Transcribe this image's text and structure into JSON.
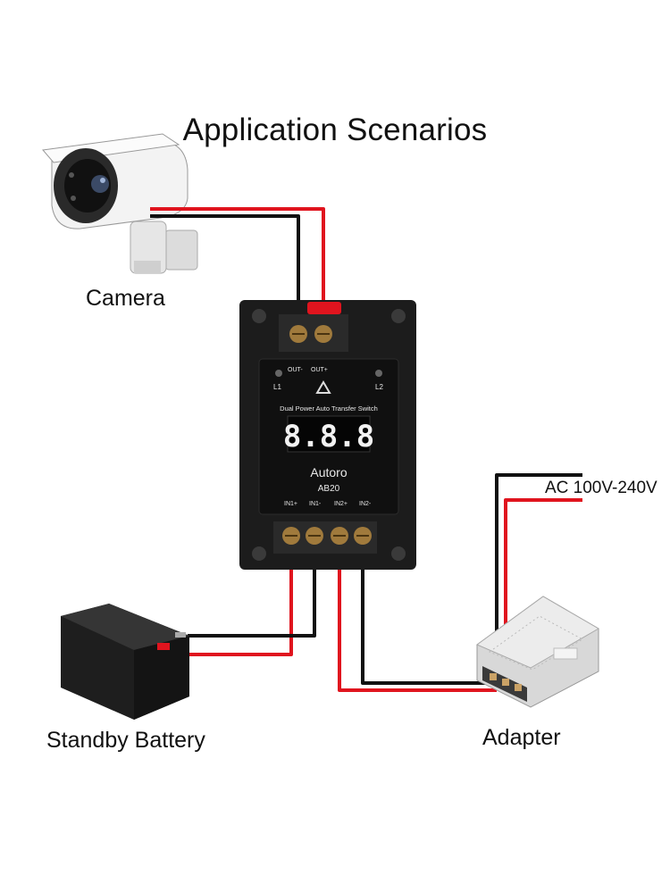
{
  "title": "Application Scenarios",
  "labels": {
    "camera": "Camera",
    "battery": "Standby Battery",
    "adapter": "Adapter",
    "ac_input": "AC 100V-240V"
  },
  "device": {
    "out_minus": "OUT-",
    "out_plus": "OUT+",
    "l1": "L1",
    "l2": "L2",
    "subtitle": "Dual Power Auto Transfer Switch",
    "display": "8.8.8",
    "brand": "Autoro",
    "model": "AB20",
    "in1_plus": "IN1+",
    "in1_minus": "IN1-",
    "in2_plus": "IN2+",
    "in2_minus": "IN2-"
  },
  "colors": {
    "positive_wire": "#e0141e",
    "negative_wire": "#111111",
    "device_body": "#1c1c1c"
  }
}
